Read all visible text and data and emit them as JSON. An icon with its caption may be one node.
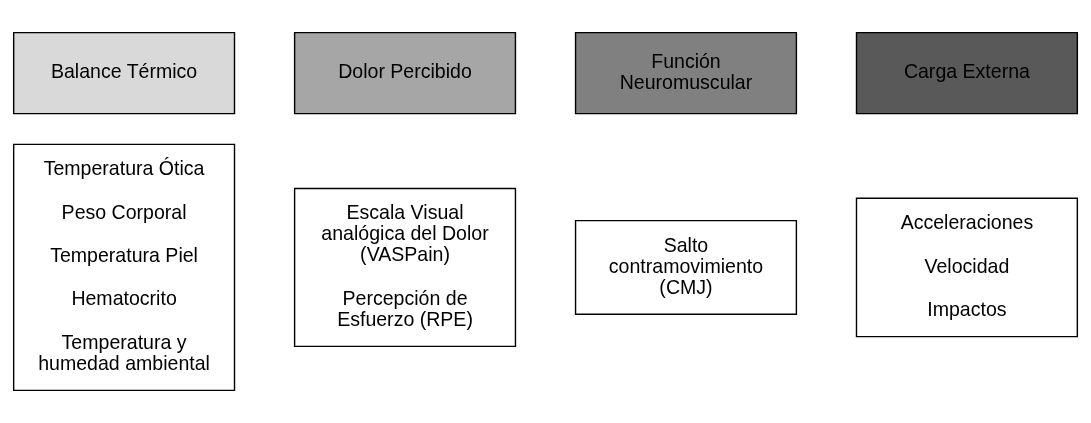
{
  "diagram": {
    "nodes": [
      {
        "text": [
          "Balance Térmico"
        ]
      },
      {
        "text": [
          "Dolor Percibido"
        ]
      },
      {
        "text": [
          "Función Neuromuscular"
        ]
      },
      {
        "text": [
          "Carga Externa"
        ]
      },
      {
        "text": [
          "Temperatura Ótica",
          "Peso Corporal",
          "Temperatura Piel",
          "Hematocrito",
          "Temperatura y humedad ambiental"
        ]
      },
      {
        "text": [
          "Escala Visual analógica del Dolor (VASPain)",
          "Percepción de Esfuerzo (RPE)"
        ]
      },
      {
        "text": [
          "Salto contramovimiento (CMJ)"
        ]
      },
      {
        "text": [
          "Acceleraciones",
          "Velocidad",
          "Impactos"
        ]
      }
    ],
    "edges": []
  }
}
